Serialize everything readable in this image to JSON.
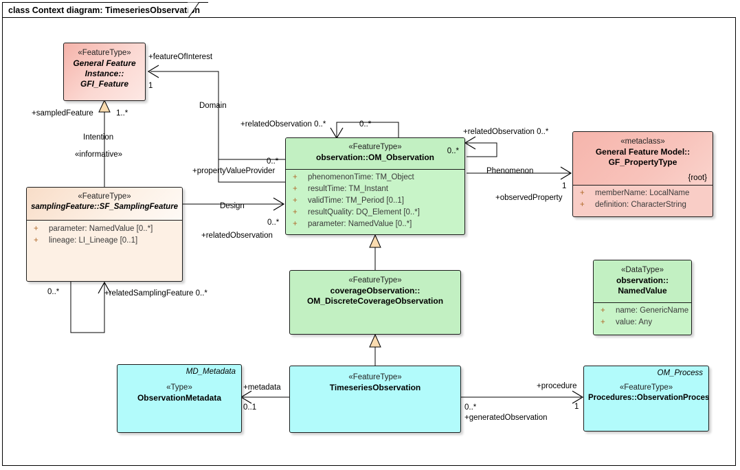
{
  "frame": {
    "title": "class Context diagram: TimeseriesObservation"
  },
  "classes": {
    "gfi_feature": {
      "stereotype": "«FeatureType»",
      "name_line1": "General Feature",
      "name_line2": "Instance::",
      "name_line3": "GFI_Feature"
    },
    "sampling_feature": {
      "stereotype": "«FeatureType»",
      "name": "samplingFeature::SF_SamplingFeature",
      "attributes": [
        "parameter: NamedValue [0..*]",
        "lineage: LI_Lineage [0..1]"
      ]
    },
    "om_observation": {
      "stereotype": "«FeatureType»",
      "name": "observation::OM_Observation",
      "corner_multiplicity": "0..*",
      "attributes": [
        "phenomenonTime: TM_Object",
        "resultTime: TM_Instant",
        "validTime: TM_Period [0..1]",
        "resultQuality: DQ_Element [0..*]",
        "parameter: NamedValue [0..*]"
      ]
    },
    "gf_propertytype": {
      "stereotype": "«metaclass»",
      "name_line1": "General Feature Model::",
      "name_line2": "GF_PropertyType",
      "constraint": "{root}",
      "attributes": [
        "memberName: LocalName",
        "definition: CharacterString"
      ]
    },
    "discrete_coverage_observation": {
      "stereotype": "«FeatureType»",
      "name_line1": "coverageObservation::",
      "name_line2": "OM_DiscreteCoverageObservation"
    },
    "named_value": {
      "stereotype": "«DataType»",
      "name_line1": "observation::",
      "name_line2": "NamedValue",
      "attributes": [
        "name: GenericName",
        "value: Any"
      ]
    },
    "observation_metadata": {
      "tr_label": "MD_Metadata",
      "stereotype": "«Type»",
      "name": "ObservationMetadata"
    },
    "timeseries_observation": {
      "stereotype": "«FeatureType»",
      "name": "TimeseriesObservation"
    },
    "observation_process": {
      "tr_label": "OM_Process",
      "stereotype": "«FeatureType»",
      "name": "Procedures::ObservationProcess"
    }
  },
  "connectors": {
    "feature_of_interest_role": "+featureOfInterest",
    "feature_of_interest_mult": "1",
    "domain_label": "Domain",
    "sampled_feature_role": "+sampledFeature",
    "sampled_feature_mult": "1..*",
    "intention_label": "Intention",
    "intention_stereotype": "«informative»",
    "related_observation_top_role": "+relatedObservation 0..*",
    "self_loop_top_mult": "0..*",
    "related_observation_right_role": "+relatedObservation 0..*",
    "property_value_provider_role": "+propertyValueProvider",
    "property_value_provider_mult": "0..*",
    "design_label": "Design",
    "design_mult": "0..*",
    "design_role": "+relatedObservation",
    "phenomenon_label": "Phenomenon",
    "observed_property_role": "+observedProperty",
    "observed_property_mult": "1",
    "related_sampling_feature_mult_left": "0..*",
    "related_sampling_feature_role": "+relatedSamplingFeature 0..*",
    "metadata_role": "+metadata",
    "metadata_mult": "0..1",
    "procedure_role": "+procedure",
    "procedure_mult": "1",
    "generated_observation_mult": "0..*",
    "generated_observation_role": "+generatedObservation"
  },
  "colors": {
    "feature_type_pink": "#f8c3bb",
    "sampling_peach": "#fdf0e4",
    "observation_green": "#c8f4c8",
    "timeseries_cyan": "#b2fbfb",
    "line": "#000000",
    "generalization_fill": "#fadcb0"
  }
}
